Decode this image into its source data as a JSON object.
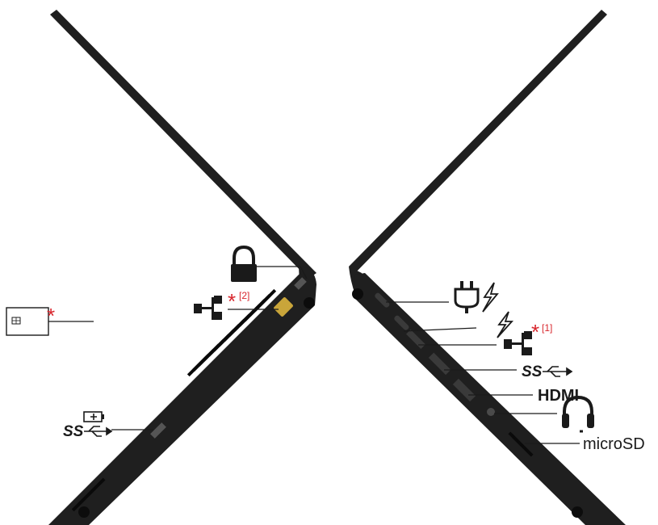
{
  "colors": {
    "body": "#1f1f1f",
    "body_edge": "#0c0c0c",
    "leader": "#1a1a1a",
    "accent_red": "#d8262d",
    "background": "#ffffff"
  },
  "left_side": {
    "callouts": [
      {
        "id": "security-lock-slot",
        "icon": "padlock-icon"
      },
      {
        "id": "ethernet-port",
        "icon": "network-icon",
        "marker": "*",
        "note": "[2]"
      },
      {
        "id": "usb-always-on-port",
        "icon": "superspeed-usb-battery-icon",
        "ss_text": "SS"
      },
      {
        "id": "smart-card-slot",
        "icon": "smart-card-icon",
        "marker": "*"
      }
    ]
  },
  "right_side": {
    "callouts": [
      {
        "id": "usb-c-power-port",
        "icon": "power-plug-thunderbolt-icon"
      },
      {
        "id": "usb-c-thunderbolt-port",
        "icon": "thunderbolt-icon"
      },
      {
        "id": "ethernet-extension-connector",
        "icon": "network-icon",
        "marker": "*",
        "note": "[1]"
      },
      {
        "id": "usb-port",
        "icon": "superspeed-usb-icon",
        "ss_text": "SS"
      },
      {
        "id": "hdmi-port",
        "label": "HDMI"
      },
      {
        "id": "audio-jack",
        "icon": "headset-icon"
      },
      {
        "id": "microsd-slot",
        "label": "microSD"
      }
    ]
  }
}
